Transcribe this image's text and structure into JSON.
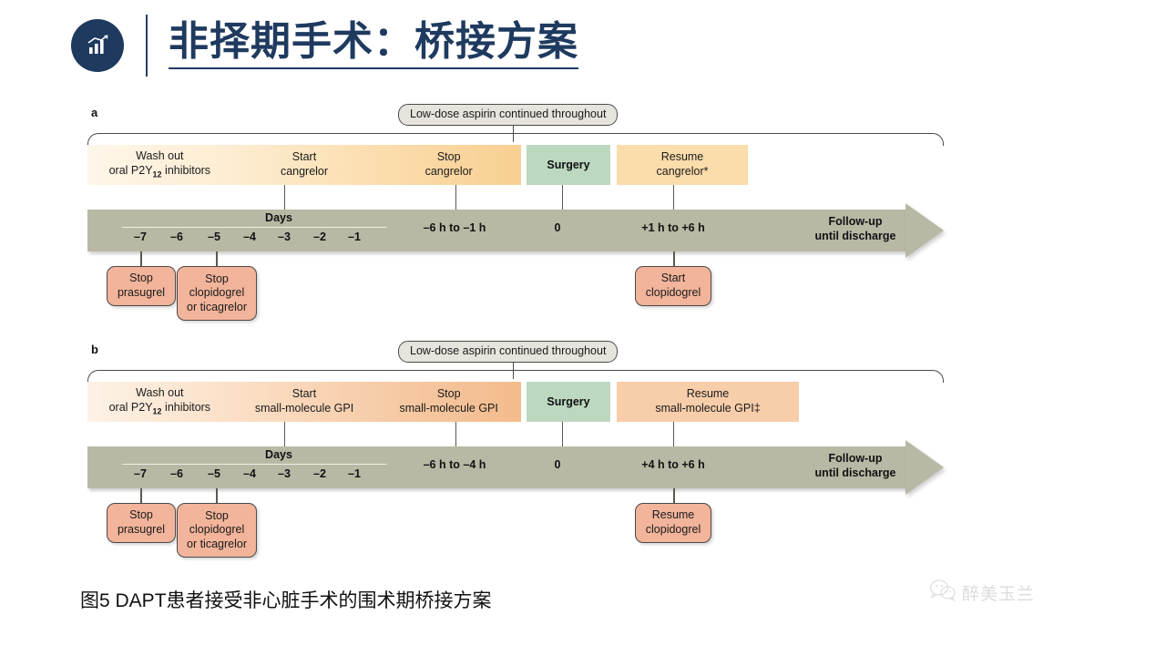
{
  "header": {
    "title": "非择期手术：桥接方案",
    "logo_icon": "chart-growth-icon",
    "accent_color": "#1f3a5f"
  },
  "figure": {
    "panels": [
      {
        "letter": "a",
        "aspirin_note": "Low-dose aspirin continued throughout",
        "phases": [
          {
            "line1": "Wash out",
            "line2": "oral P2Y12 inhibitors"
          },
          {
            "line1": "Start",
            "line2": "cangrelor"
          },
          {
            "line1": "Stop",
            "line2": "cangrelor"
          }
        ],
        "surgery_label": "Surgery",
        "resume": {
          "line1": "Resume",
          "line2": "cangrelor*"
        },
        "timeline": {
          "days_label": "Days",
          "day_ticks": [
            "–7",
            "–6",
            "–5",
            "–4",
            "–3",
            "–2",
            "–1"
          ],
          "pre_op_window": "–6 h to –1 h",
          "zero_label": "0",
          "post_op_window": "+1 h to +6 h",
          "followup_line1": "Follow-up",
          "followup_line2": "until discharge"
        },
        "drug_boxes": [
          {
            "line1": "Stop",
            "line2": "prasugrel",
            "line3": ""
          },
          {
            "line1": "Stop",
            "line2": "clopidogrel",
            "line3": "or ticagrelor"
          },
          {
            "line1": "Start",
            "line2": "clopidogrel",
            "line3": ""
          }
        ]
      },
      {
        "letter": "b",
        "aspirin_note": "Low-dose aspirin continued throughout",
        "phases": [
          {
            "line1": "Wash out",
            "line2": "oral P2Y12 inhibitors"
          },
          {
            "line1": "Start",
            "line2": "small-molecule GPI"
          },
          {
            "line1": "Stop",
            "line2": "small-molecule GPI"
          }
        ],
        "surgery_label": "Surgery",
        "resume": {
          "line1": "Resume",
          "line2": "small-molecule GPI‡"
        },
        "timeline": {
          "days_label": "Days",
          "day_ticks": [
            "–7",
            "–6",
            "–5",
            "–4",
            "–3",
            "–2",
            "–1"
          ],
          "pre_op_window": "–6 h to –4 h",
          "zero_label": "0",
          "post_op_window": "+4 h to +6 h",
          "followup_line1": "Follow-up",
          "followup_line2": "until discharge"
        },
        "drug_boxes": [
          {
            "line1": "Stop",
            "line2": "prasugrel",
            "line3": ""
          },
          {
            "line1": "Stop",
            "line2": "clopidogrel",
            "line3": "or ticagrelor"
          },
          {
            "line1": "Resume",
            "line2": "clopidogrel",
            "line3": ""
          }
        ]
      }
    ]
  },
  "caption": "图5 DAPT患者接受非心脏手术的围术期桥接方案",
  "watermark": {
    "icon": "wechat-icon",
    "text": "醉美玉兰"
  }
}
